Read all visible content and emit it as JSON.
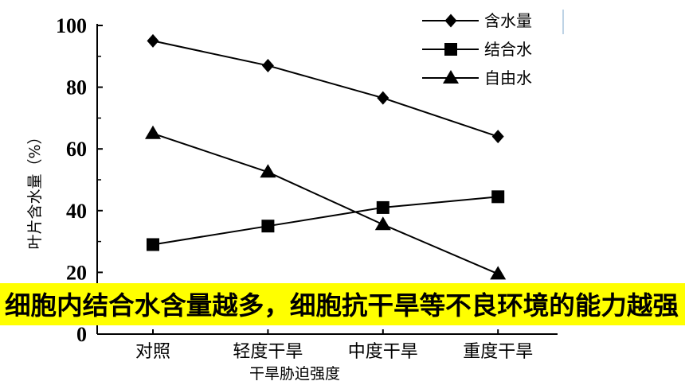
{
  "chart_data": {
    "type": "line",
    "categories": [
      "对照",
      "轻度干旱",
      "中度干旱",
      "重度干旱"
    ],
    "series": [
      {
        "name": "含水量",
        "marker": "diamond",
        "values": [
          95,
          87,
          76.5,
          64
        ]
      },
      {
        "name": "结合水",
        "marker": "square",
        "values": [
          29,
          35,
          41,
          44.5
        ]
      },
      {
        "name": "自由水",
        "marker": "triangle",
        "values": [
          65,
          52.5,
          35.5,
          19.5
        ]
      }
    ],
    "title": "",
    "xlabel": "干旱胁迫强度",
    "ylabel": "叶片含水量（%）",
    "ylim": [
      0,
      100
    ],
    "yticks": [
      0,
      20,
      40,
      60,
      80,
      100
    ],
    "grid": false,
    "legend": "top-right",
    "colors": {
      "line": "#000000",
      "marker": "#000000",
      "axis": "#000000"
    }
  },
  "banner": {
    "text": "细胞内结合水含量越多，细胞抗干旱等不良环境的能力越强",
    "background": "#FFFF00"
  }
}
